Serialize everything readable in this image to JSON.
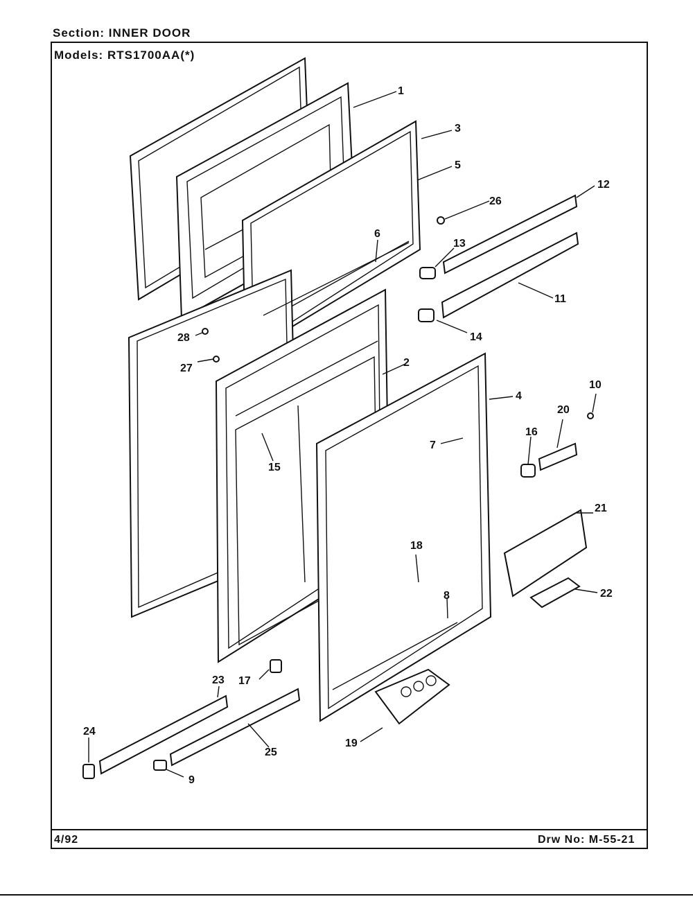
{
  "header": {
    "section": "Section:  INNER DOOR",
    "models": "Models:  RTS1700AA(*)"
  },
  "footer": {
    "date": "4/92",
    "drawing_number": "Drw  No:  M-55-21"
  },
  "callouts": [
    {
      "id": "c1",
      "text": "1"
    },
    {
      "id": "c2",
      "text": "2"
    },
    {
      "id": "c3",
      "text": "3"
    },
    {
      "id": "c4",
      "text": "4"
    },
    {
      "id": "c5",
      "text": "5"
    },
    {
      "id": "c6",
      "text": "6"
    },
    {
      "id": "c7",
      "text": "7"
    },
    {
      "id": "c8",
      "text": "8"
    },
    {
      "id": "c9",
      "text": "9"
    },
    {
      "id": "c10",
      "text": "10"
    },
    {
      "id": "c11",
      "text": "11"
    },
    {
      "id": "c12",
      "text": "12"
    },
    {
      "id": "c13",
      "text": "13"
    },
    {
      "id": "c14",
      "text": "14"
    },
    {
      "id": "c15",
      "text": "15"
    },
    {
      "id": "c16",
      "text": "16"
    },
    {
      "id": "c17",
      "text": "17"
    },
    {
      "id": "c18",
      "text": "18"
    },
    {
      "id": "c19",
      "text": "19"
    },
    {
      "id": "c20",
      "text": "20"
    },
    {
      "id": "c21",
      "text": "21"
    },
    {
      "id": "c22",
      "text": "22"
    },
    {
      "id": "c23",
      "text": "23"
    },
    {
      "id": "c24",
      "text": "24"
    },
    {
      "id": "c25",
      "text": "25"
    },
    {
      "id": "c26",
      "text": "26"
    },
    {
      "id": "c27",
      "text": "27"
    },
    {
      "id": "c28",
      "text": "28"
    }
  ]
}
